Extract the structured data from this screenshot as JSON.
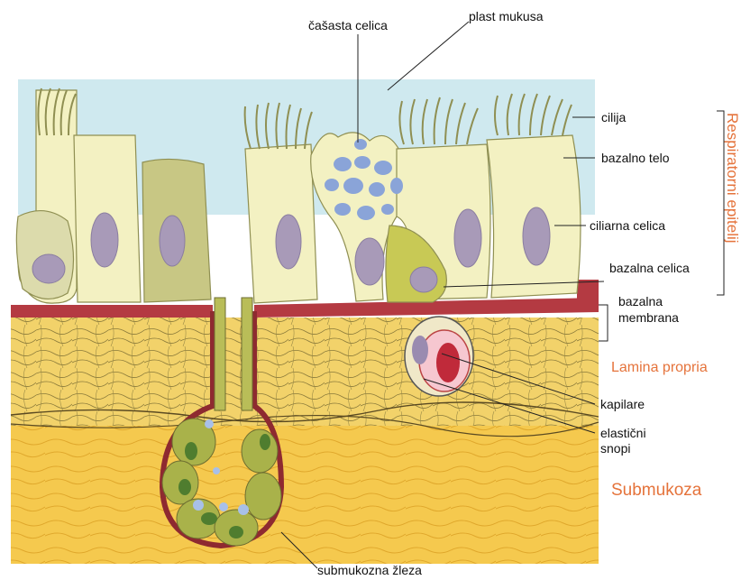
{
  "labels": {
    "casasta_celica": "čašasta celica",
    "plast_mukusa": "plast mukusa",
    "cilija": "cilija",
    "bazalno_telo": "bazalno telo",
    "ciliarna_celica": "ciliarna celica",
    "bazalna_celica": "bazalna celica",
    "bazalna_membrana_1": "bazalna",
    "bazalna_membrana_2": "membrana",
    "lamina_propria": "Lamina propria",
    "kapilare": "kapilare",
    "elasticni_snopi_1": "elastični",
    "elasticni_snopi_2": "snopi",
    "submukoza": "Submukoza",
    "submukozna_zleza": "submukozna žleza",
    "respiratorni_epitel": "Respiratorni epitelij"
  },
  "colors": {
    "mucus": "#cfe9ef",
    "cell": "#f3f1c2",
    "cell_outline": "#8f8f52",
    "nucleus": "#a89ab8",
    "basement": "#b43a42",
    "lamina": "#f2d26a",
    "submucosa": "#f5c94e",
    "gland": "#a9b24a",
    "orange_text": "#e5733b"
  }
}
